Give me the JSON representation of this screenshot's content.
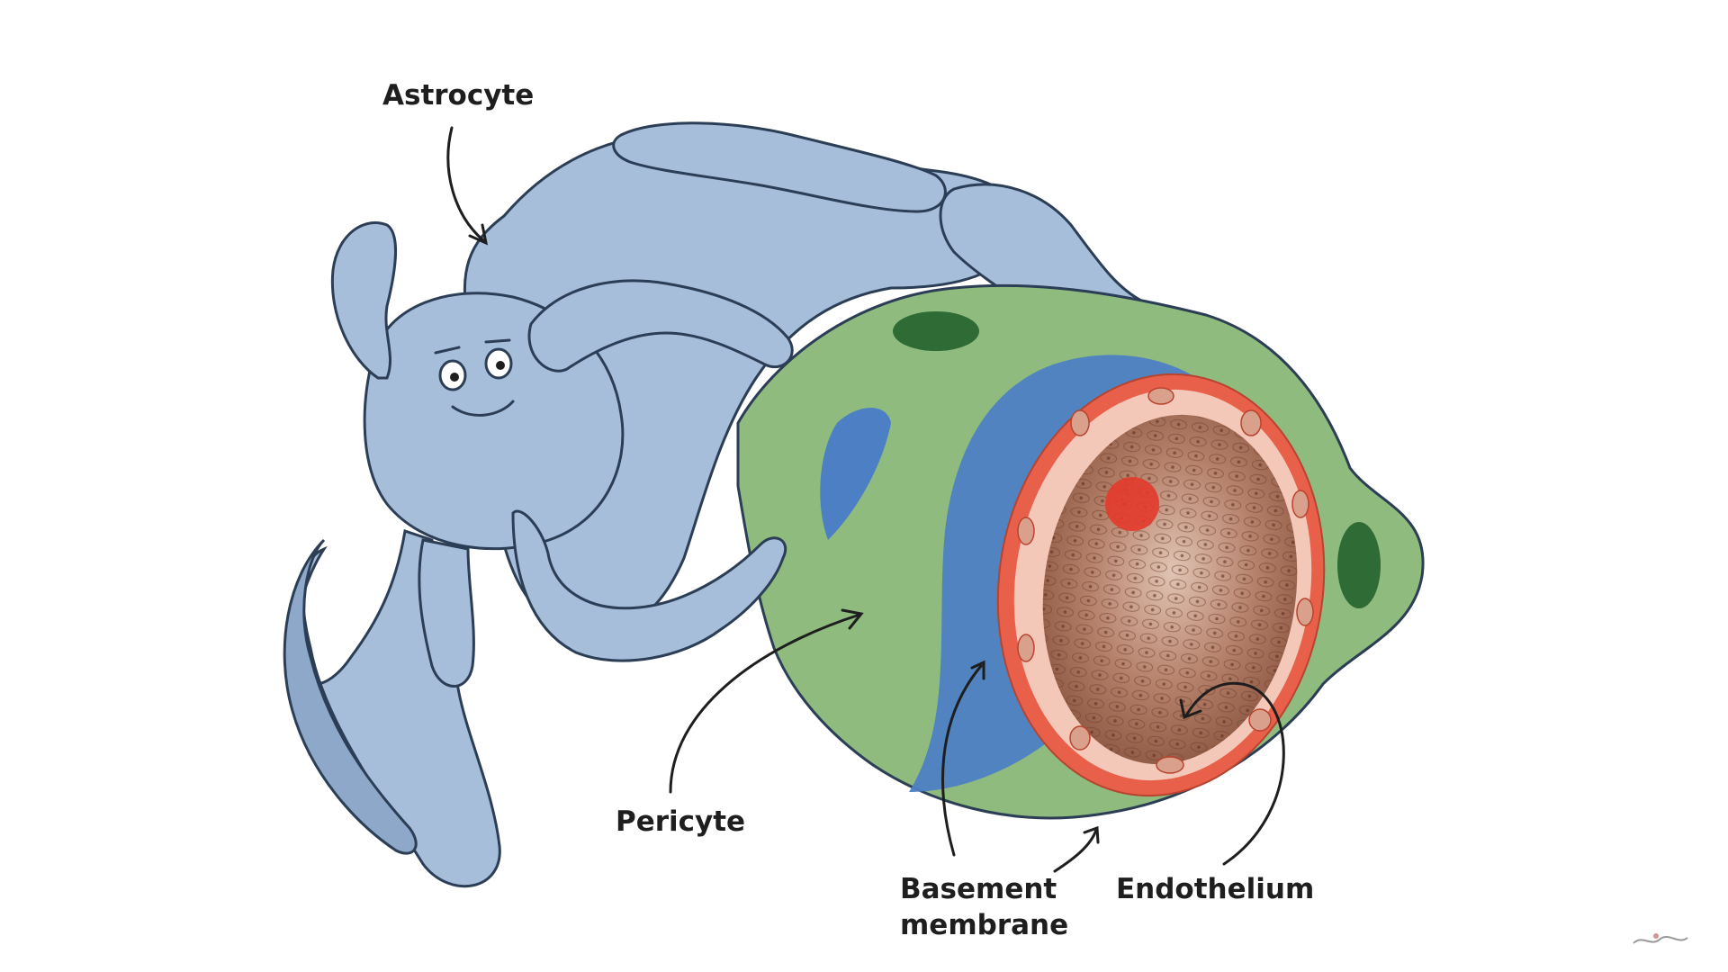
{
  "labels": {
    "astrocyte": "Astrocyte",
    "pericyte": "Pericyte",
    "basement_line1": "Basement",
    "basement_line2": "membrane",
    "endothelium": "Endothelium"
  },
  "colors": {
    "astrocyte_fill": "#a7bedb",
    "astrocyte_shade": "#8da8c8",
    "astrocyte_outline": "#2c3e55",
    "pericyte_fill": "#8fbb7e",
    "pericyte_dark": "#2e6b35",
    "basement_membrane": "#4d7fc4",
    "endothelium_outer": "#e8604a",
    "endothelium_inner": "#f4c8b8",
    "lumen": "#b9846a",
    "red_cell": "#e33a2b",
    "label_text": "#1e1e1e"
  }
}
